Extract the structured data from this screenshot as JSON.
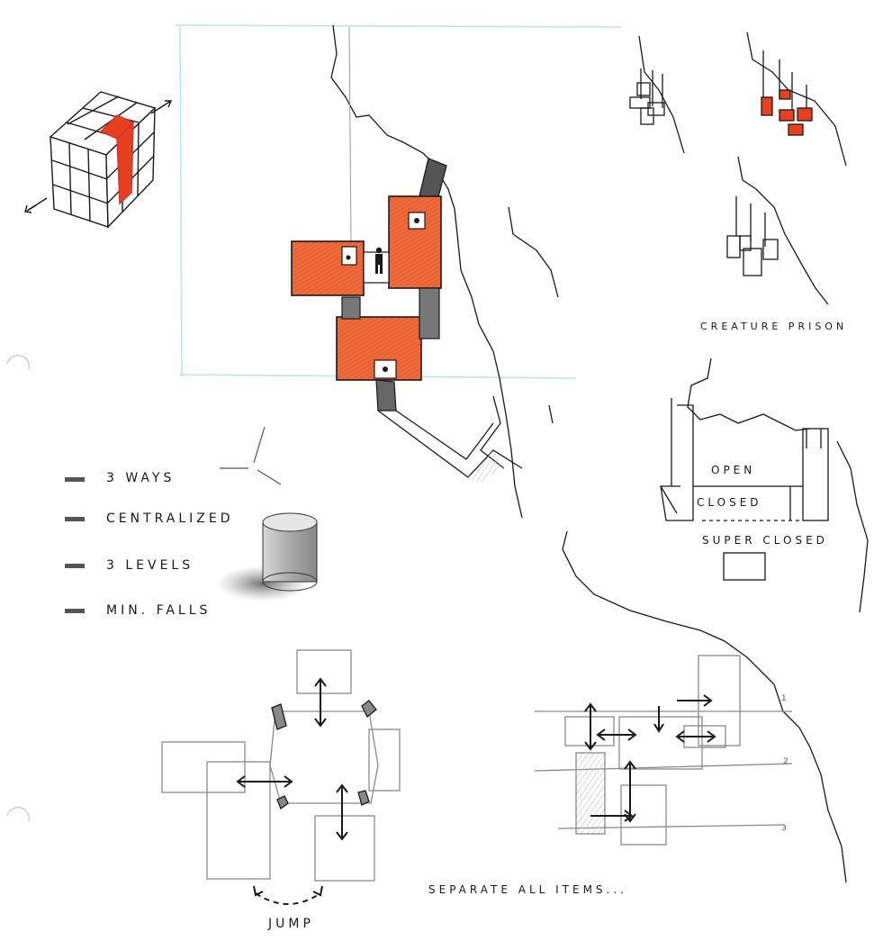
{
  "notes": {
    "ways": "3 WAYS",
    "centralized": "CENTRALIZED",
    "levels": "3 LEVELS",
    "falls": "MIN. FALLS"
  },
  "captions": {
    "creature_prison": "CREATURE PRISON",
    "open": "OPEN",
    "closed": "CLOSED",
    "super_closed": "SUPER CLOSED",
    "separate": "SEPARATE ALL ITEMS...",
    "jump": "JUMP"
  },
  "level_numbers": [
    "1",
    "2",
    "3"
  ],
  "colors": {
    "ink": "#1a1a1a",
    "pencil": "#8a8a8a",
    "accent_red": "#e8401e",
    "orange_fill": "#ee6a3a",
    "guide_blue": "#bfe0ee"
  },
  "icons": {
    "binder_holes": "binder-hole-icon",
    "figure": "person-icon"
  }
}
